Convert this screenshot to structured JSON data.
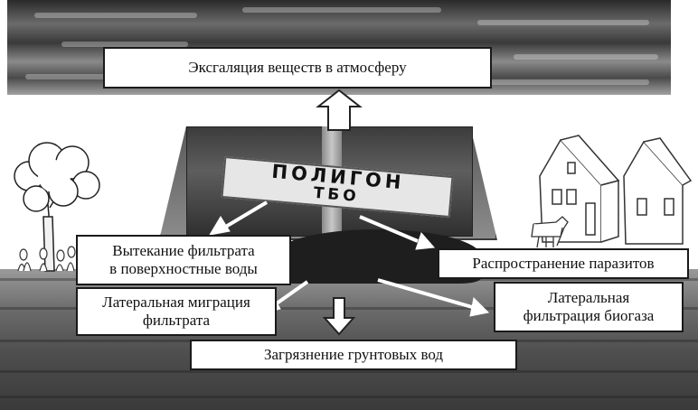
{
  "labels": {
    "exhalation": "Эксгаляция веществ в атмосферу",
    "leachate_surface": [
      "Вытекание фильтрата",
      "в поверхностные воды"
    ],
    "parasites": "Распространение паразитов",
    "lateral_leachate": [
      "Латеральная миграция",
      "фильтрата"
    ],
    "lateral_biogas": [
      "Латеральная",
      "фильтрация биогаза"
    ],
    "groundwater": "Загрязнение грунтовых вод"
  },
  "sign": {
    "line1": "ПОЛИГОН",
    "line2": "ТБО"
  },
  "colors": {
    "box_fill": "#ffffff",
    "box_border": "#1a1a1a",
    "arrow_fill": "#ffffff",
    "arrow_stroke": "#222222"
  }
}
